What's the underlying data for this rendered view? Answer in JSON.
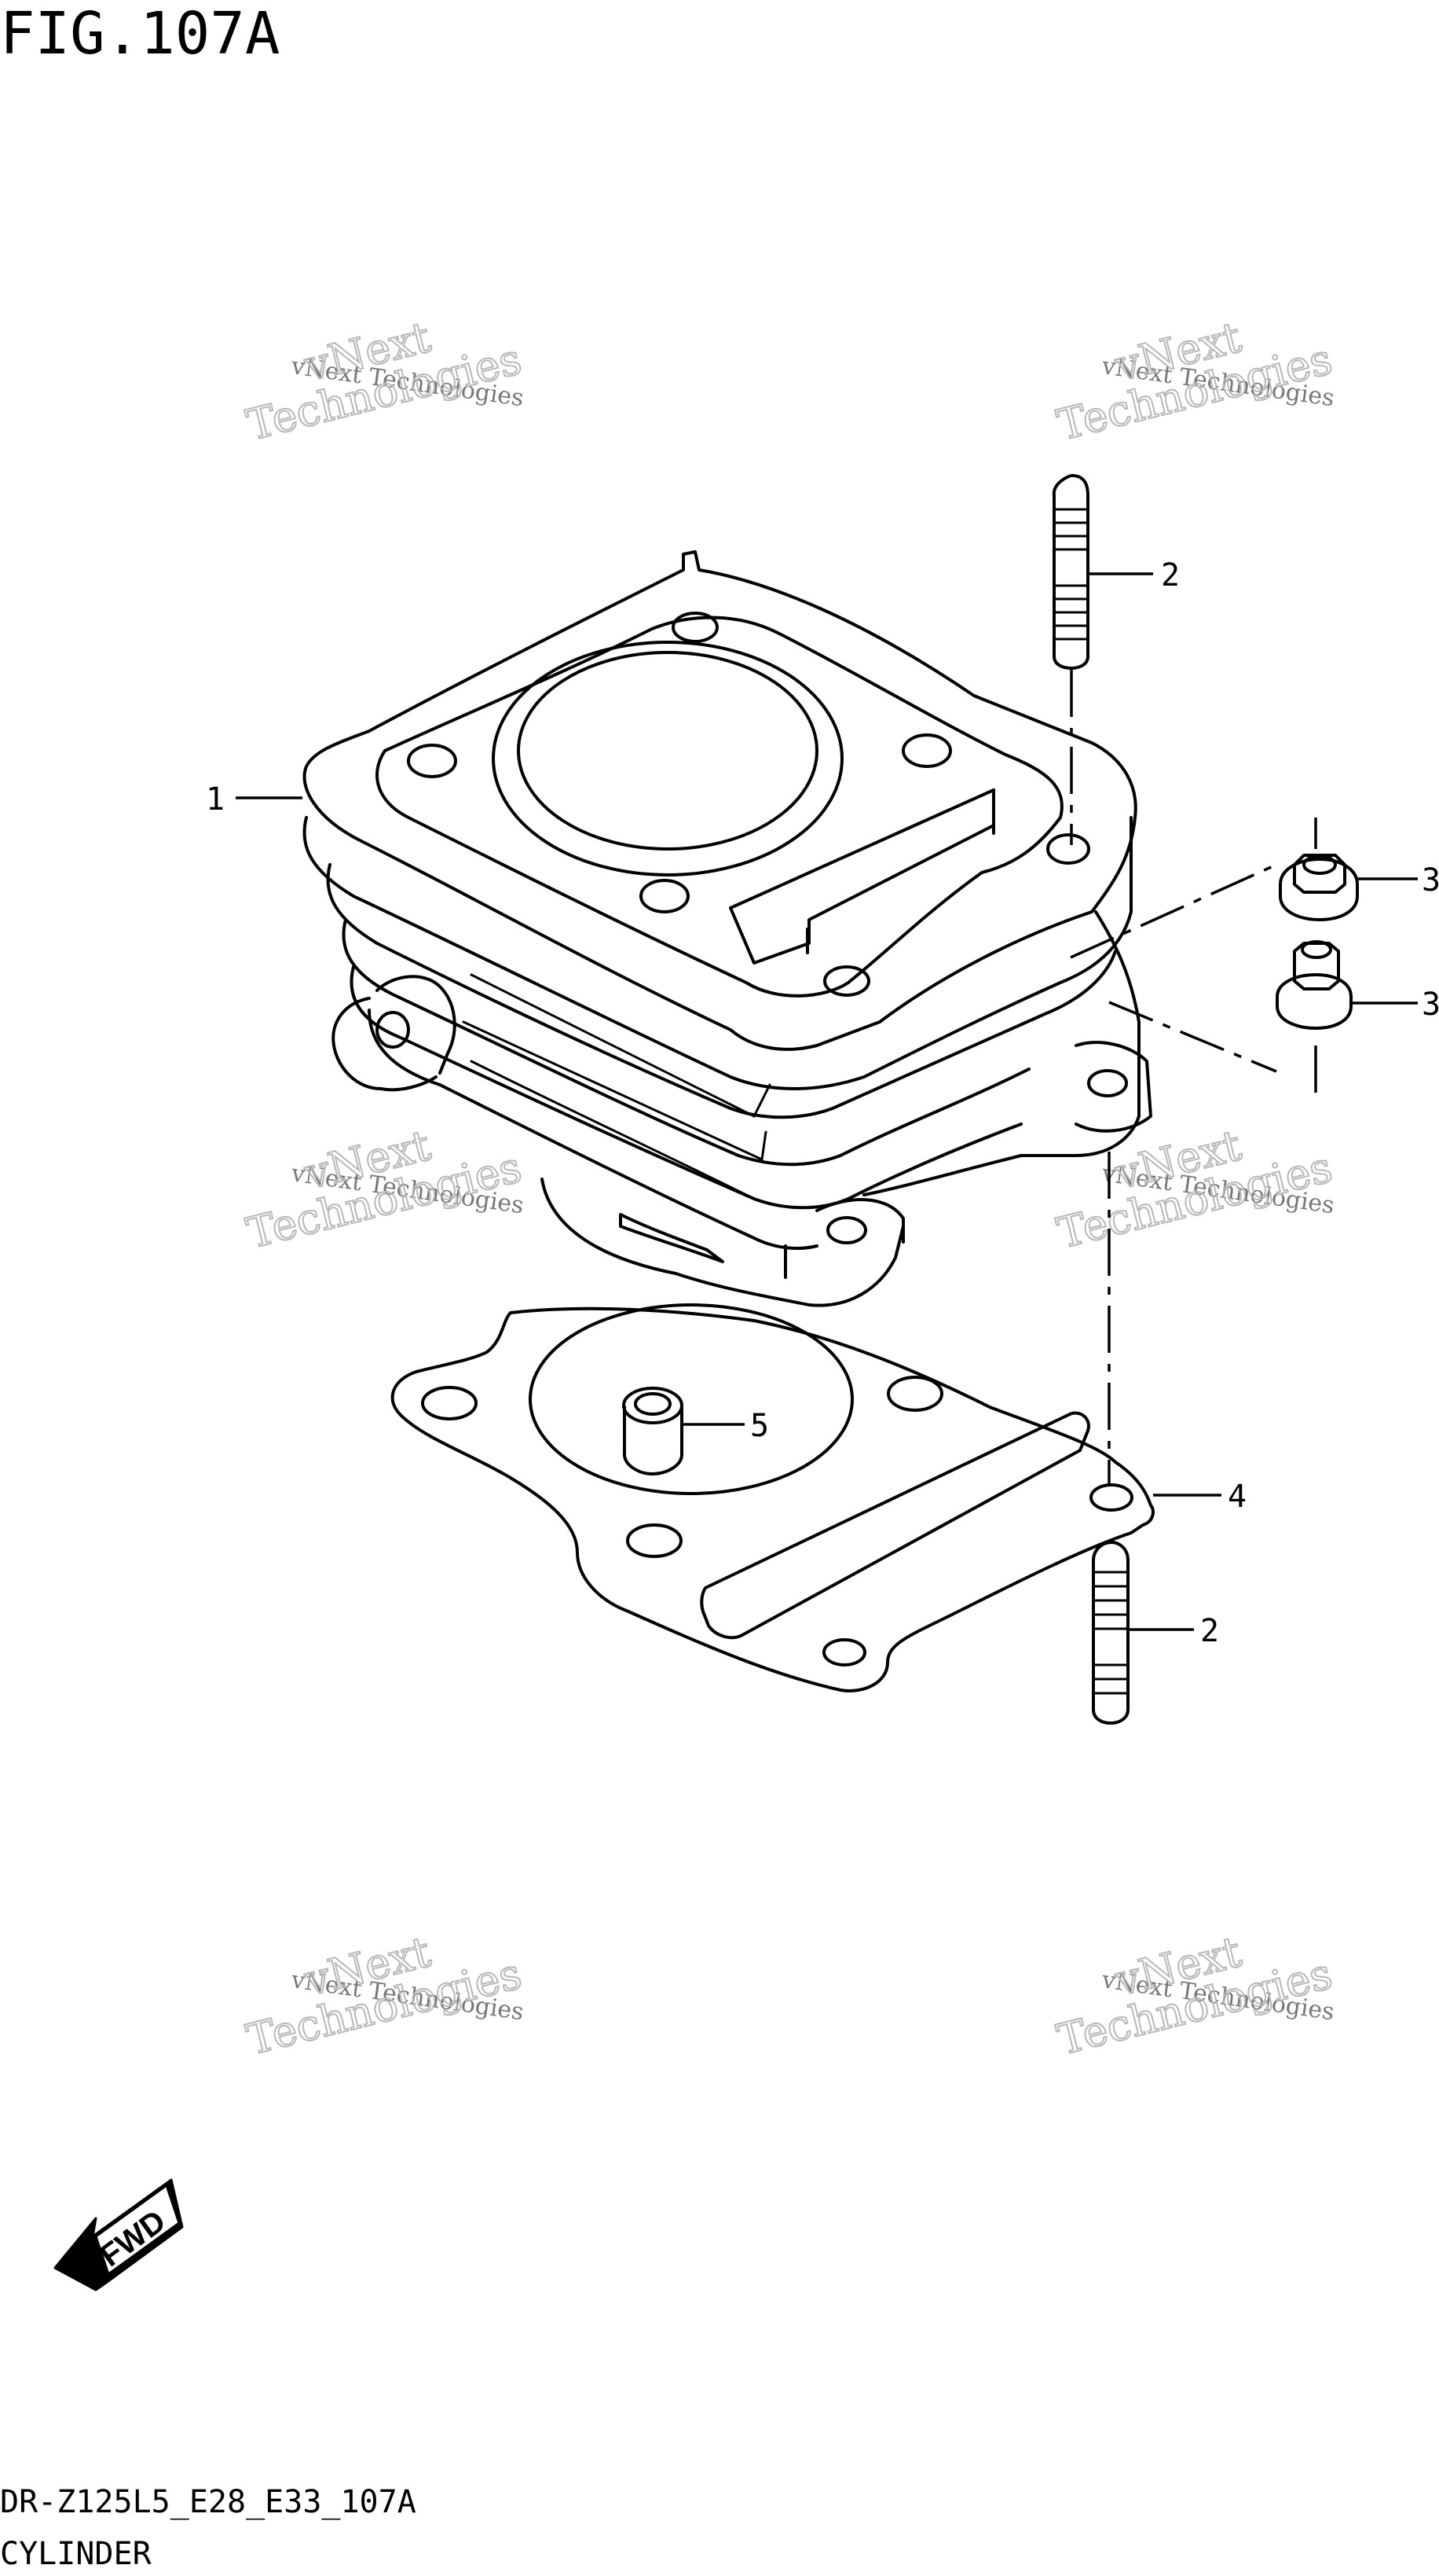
{
  "figure": {
    "title": "FIG.107A",
    "code": "DR-Z125L5_E28_E33_107A",
    "name": "CYLINDER"
  },
  "callouts": [
    {
      "id": "c1",
      "label": "1"
    },
    {
      "id": "c2a",
      "label": "2"
    },
    {
      "id": "c3a",
      "label": "3"
    },
    {
      "id": "c3b",
      "label": "3"
    },
    {
      "id": "c4",
      "label": "4"
    },
    {
      "id": "c5",
      "label": "5"
    },
    {
      "id": "c2b",
      "label": "2"
    }
  ],
  "fwd_label": "FWD",
  "watermark": {
    "line1": "vNext Technologies",
    "line2a": "vNext",
    "line2b": "Technologies"
  }
}
